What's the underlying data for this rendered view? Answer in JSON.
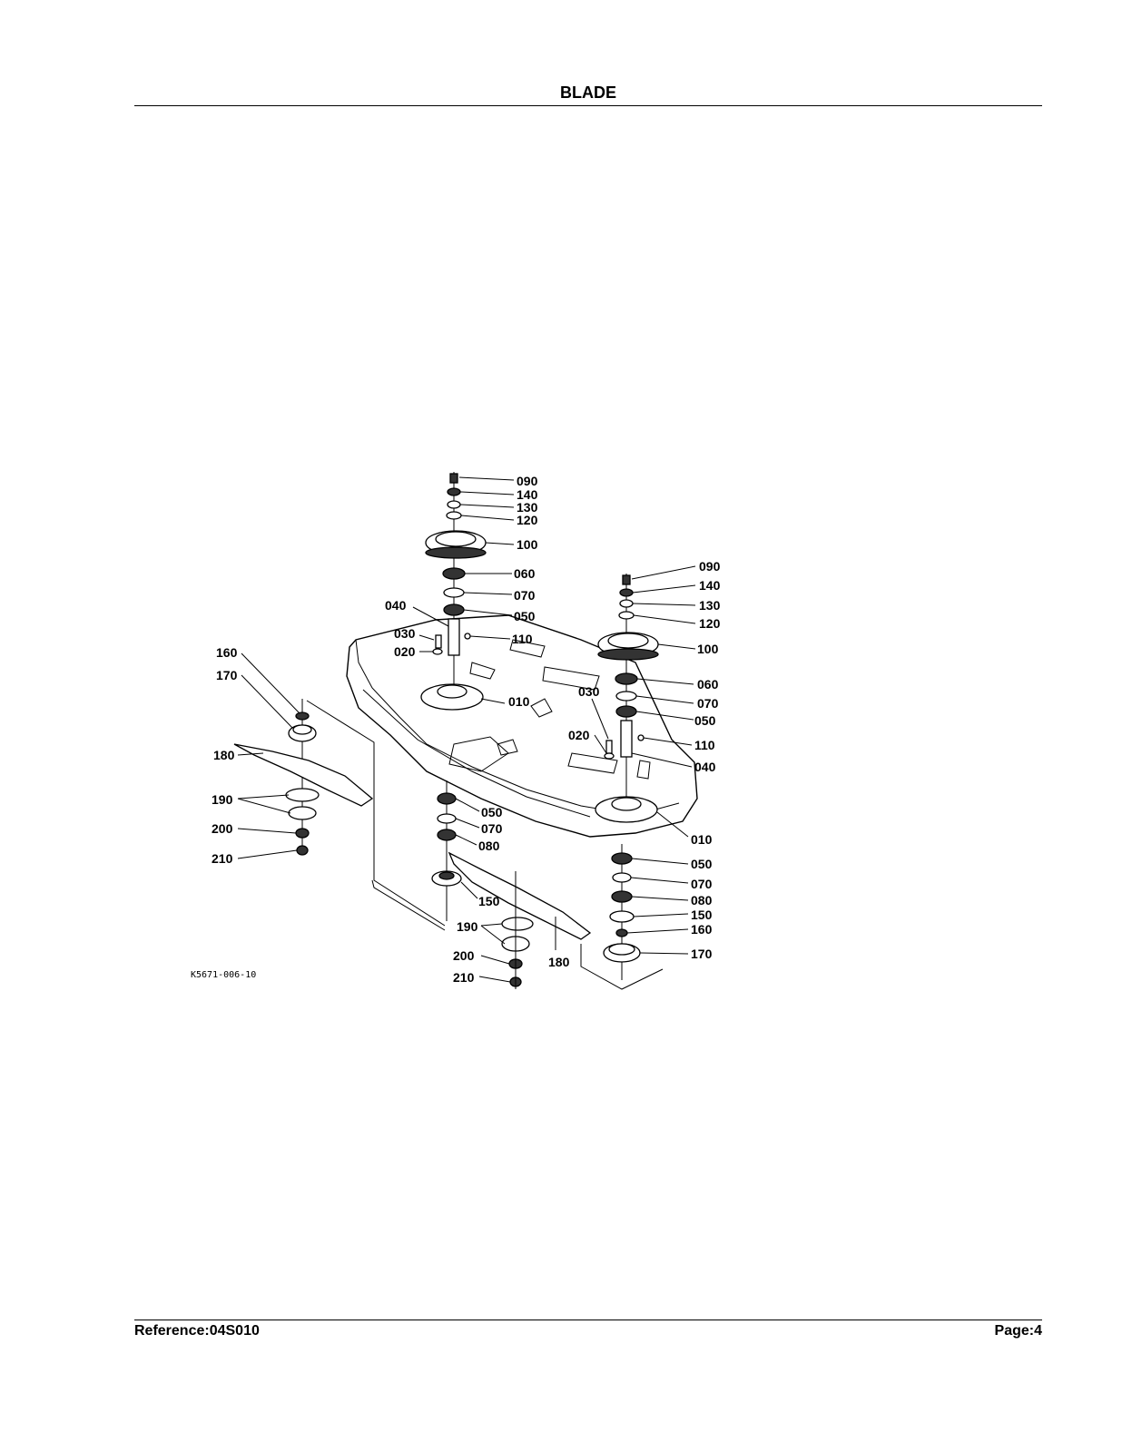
{
  "header": {
    "title": "BLADE"
  },
  "footer": {
    "reference": "Reference:04S010",
    "page": "Page:4"
  },
  "diagram": {
    "figure_code": "K5671-006-10",
    "callouts": {
      "c090a": "090",
      "c140a": "140",
      "c130a": "130",
      "c120a": "120",
      "c100a": "100",
      "c060a": "060",
      "c070a": "070",
      "c050a": "050",
      "c040a": "040",
      "c030a": "030",
      "c020a": "020",
      "c110a": "110",
      "c010a": "010",
      "c090b": "090",
      "c140b": "140",
      "c130b": "130",
      "c120b": "120",
      "c100b": "100",
      "c060b": "060",
      "c070b": "070",
      "c050b": "050",
      "c030b": "030",
      "c020b": "020",
      "c110b": "110",
      "c040b": "040",
      "c010b": "010",
      "c160a": "160",
      "c170a": "170",
      "c180a": "180",
      "c190a": "190",
      "c200a": "200",
      "c210a": "210",
      "c050c": "050",
      "c070c": "070",
      "c080c": "080",
      "c150c": "150",
      "c190c": "190",
      "c200c": "200",
      "c210c": "210",
      "c180c": "180",
      "c050d": "050",
      "c070d": "070",
      "c080d": "080",
      "c150d": "150",
      "c160d": "160",
      "c170d": "170"
    }
  }
}
